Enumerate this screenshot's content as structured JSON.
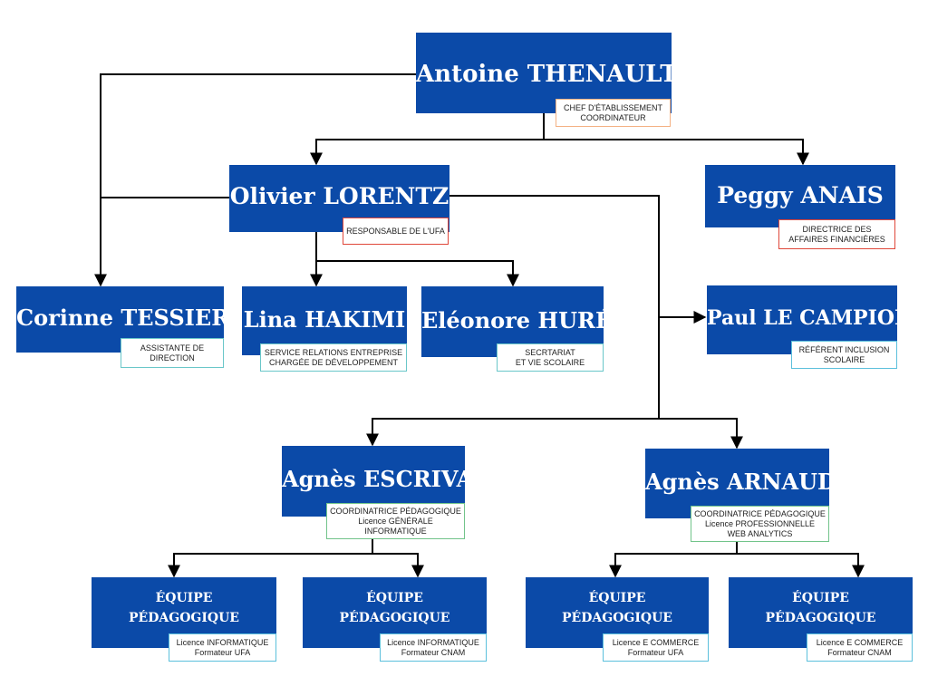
{
  "colors": {
    "box_fill": "#0b4aa8",
    "box_text": "#ffffff",
    "line": "#000000"
  },
  "director": {
    "name": "Antoine THENAULT",
    "role_lines": [
      "CHEF D'ÉTABLISSEMENT",
      "COORDINATEUR"
    ]
  },
  "ufa_head": {
    "name": "Olivier LORENTZ",
    "role_lines": [
      "RESPONSABLE DE L'UFA"
    ]
  },
  "finance": {
    "name": "Peggy ANAIS",
    "role_lines": [
      "DIRECTRICE DES",
      "AFFAIRES FINANCIÈRES"
    ]
  },
  "assistant": {
    "name": "Corinne TESSIER",
    "role_lines": [
      "ASSISTANTE DE",
      "DIRECTION"
    ]
  },
  "business": {
    "name": "Lina HAKIMI",
    "role_lines": [
      "SERVICE RELATIONS ENTREPRISE",
      "CHARGÉE DE DÉVELOPPEMENT"
    ]
  },
  "secretariat": {
    "name": "Eléonore HURÉ",
    "role_lines": [
      "SECRTARIAT",
      "ET VIE SCOLAIRE"
    ]
  },
  "inclusion": {
    "name": "Paul LE CAMPION",
    "role_lines": [
      "RÉFÉRENT INCLUSION",
      "SCOLAIRE"
    ]
  },
  "coord_general": {
    "name": "Agnès ESCRIVA",
    "role_lines": [
      "COORDINATRICE PÉDAGOGIQUE",
      "Licence GÉNÉRALE",
      "INFORMATIQUE"
    ]
  },
  "coord_pro": {
    "name": "Agnès ARNAUD",
    "role_lines": [
      "COORDINATRICE PÉDAGOGIQUE",
      "Licence PROFESSIONNELLE",
      "WEB ANALYTICS"
    ]
  },
  "teams": [
    {
      "name_lines": [
        "ÉQUIPE",
        "PÉDAGOGIQUE"
      ],
      "role_lines": [
        "Licence INFORMATIQUE",
        "Formateur UFA"
      ]
    },
    {
      "name_lines": [
        "ÉQUIPE",
        "PÉDAGOGIQUE"
      ],
      "role_lines": [
        "Licence INFORMATIQUE",
        "Formateur CNAM"
      ]
    },
    {
      "name_lines": [
        "ÉQUIPE",
        "PÉDAGOGIQUE"
      ],
      "role_lines": [
        "Licence E COMMERCE",
        "Formateur UFA"
      ]
    },
    {
      "name_lines": [
        "ÉQUIPE",
        "PÉDAGOGIQUE"
      ],
      "role_lines": [
        "Licence E COMMERCE",
        "Formateur CNAM"
      ]
    }
  ]
}
